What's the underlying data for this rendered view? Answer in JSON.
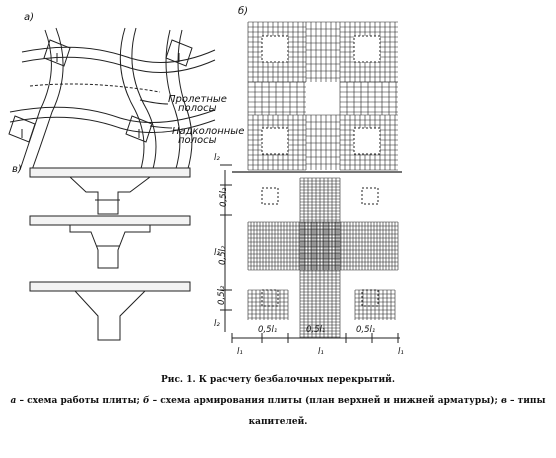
{
  "panels": {
    "a": {
      "letter": "а)",
      "label_span": "Пролетные\nполосы",
      "label_column": "Надколонные\nполосы"
    },
    "b": {
      "letter": "б)"
    },
    "c": {
      "letter": "в)"
    }
  },
  "dimensions": {
    "l2": "l₂",
    "half_l2": "0,5l₂",
    "l1": "l₁",
    "half_l1": "0,5l₁"
  },
  "caption": {
    "line1": "Рис. 1. К расчету безбалочных перекрытий.",
    "a_letter": "а",
    "a_text": " – схема работы плиты; ",
    "b_letter": "б",
    "b_text": " – схема армирования плиты (план верхней и нижней арматуры); ",
    "c_letter": "в",
    "c_text": " – типы",
    "line3": "капителей."
  }
}
